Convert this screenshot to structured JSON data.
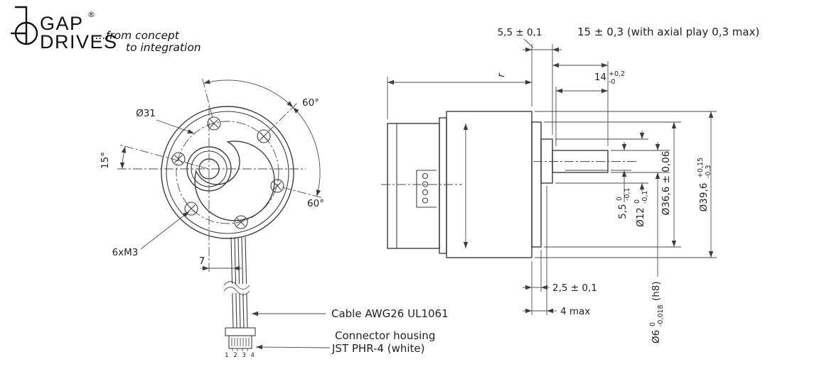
{
  "colors": {
    "line": "#3d3d3d",
    "text": "#222222",
    "background": "#ffffff"
  },
  "logo": {
    "name_line1": "GAP",
    "name_line2": "DRIVES",
    "registered_mark": "®",
    "tagline_line1": "...from concept",
    "tagline_line2": "to integration"
  },
  "front_view": {
    "bolt_circle_diameter": "Ø31",
    "angle_offset": "15°",
    "angle_top": "60°",
    "angle_bottom": "60°",
    "mounting_screws": "6xM3",
    "cable_offset": "7",
    "cable_label": "Cable  AWG26  UL1061",
    "connector_label_line1": "Connector housing",
    "connector_label_line2": "JST PHR-4 (white)",
    "pin_numbers": "1 2 3 4"
  },
  "side_view": {
    "pilot_length": "5,5 ± 0,1",
    "shaft_length_total": "15 ± 0,3  (with axial play 0,3 max)",
    "shaft_length_usable": "14",
    "shaft_length_usable_tol_upper": "+0,2",
    "shaft_length_usable_tol_lower": "-0",
    "body_length": "r",
    "pilot_diameter": "Ø36,6 ± 0,06",
    "body_diameter": "Ø39,6",
    "body_diameter_tol_upper": "+0,15",
    "body_diameter_tol_lower": "-0,3",
    "boss_diameter": "Ø12",
    "boss_diameter_tol_upper": "0",
    "boss_diameter_tol_lower": "-0,1",
    "shaft_flat_width": "5,5",
    "shaft_flat_tol_upper": "0",
    "shaft_flat_tol_lower": "-0,1",
    "pilot_depth": "2,5 ± 0,1",
    "pilot_depth_max": "4 max",
    "shaft_diameter": "Ø6",
    "shaft_diameter_tol_upper": "0",
    "shaft_diameter_tol_lower": "-0,018",
    "shaft_diameter_fit": "(h8)"
  }
}
